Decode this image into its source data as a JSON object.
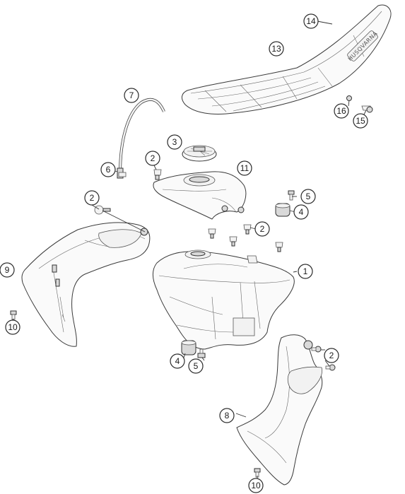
{
  "diagram": {
    "callouts": [
      {
        "id": "callout-14",
        "label": "14"
      },
      {
        "id": "callout-13",
        "label": "13"
      },
      {
        "id": "callout-7",
        "label": "7"
      },
      {
        "id": "callout-16",
        "label": "16"
      },
      {
        "id": "callout-15",
        "label": "15"
      },
      {
        "id": "callout-3",
        "label": "3"
      },
      {
        "id": "callout-2a",
        "label": "2"
      },
      {
        "id": "callout-6",
        "label": "6"
      },
      {
        "id": "callout-11",
        "label": "11"
      },
      {
        "id": "callout-5a",
        "label": "5"
      },
      {
        "id": "callout-4a",
        "label": "4"
      },
      {
        "id": "callout-2b",
        "label": "2"
      },
      {
        "id": "callout-2c",
        "label": "2"
      },
      {
        "id": "callout-9",
        "label": "9"
      },
      {
        "id": "callout-1",
        "label": "1"
      },
      {
        "id": "callout-10a",
        "label": "10"
      },
      {
        "id": "callout-2d",
        "label": "2"
      },
      {
        "id": "callout-4b",
        "label": "4"
      },
      {
        "id": "callout-5b",
        "label": "5"
      },
      {
        "id": "callout-8",
        "label": "8"
      },
      {
        "id": "callout-10b",
        "label": "10"
      }
    ],
    "seat_logo": "HUSQVARNA"
  }
}
